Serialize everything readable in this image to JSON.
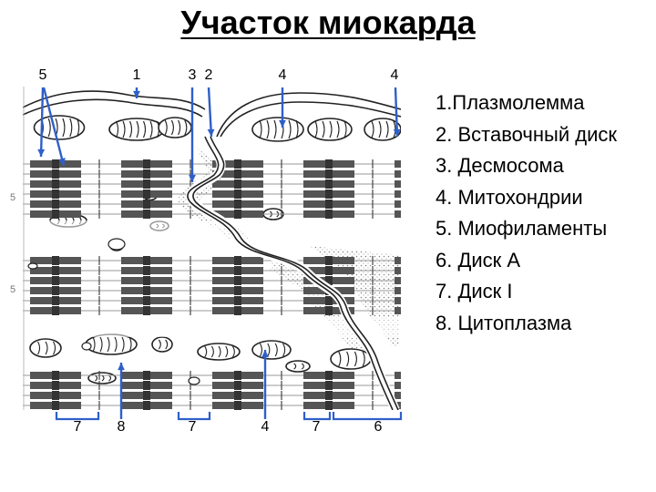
{
  "title": "Участок миокарда",
  "legend": [
    {
      "num": "1",
      "text": "Плазмолемма"
    },
    {
      "num": "2",
      "text": "Вставочный диск"
    },
    {
      "num": "3",
      "text": "Десмосома"
    },
    {
      "num": "4",
      "text": "Митохондрии"
    },
    {
      "num": "5",
      "text": "Миофиламенты"
    },
    {
      "num": "6",
      "text": "Диск А"
    },
    {
      "num": "7",
      "text": "Диск I"
    },
    {
      "num": "8",
      "text": "Цитоплазма"
    }
  ],
  "labels_top": [
    "5",
    "1",
    "3",
    "2",
    "4",
    "4"
  ],
  "labels_bottom": [
    "7",
    "8",
    "7",
    "4",
    "7",
    "6"
  ],
  "side_marks": [
    "5",
    "5"
  ],
  "colors": {
    "arrow": "#2f5fc9",
    "dark_band": "#555555",
    "light_band": "#c8c8c8",
    "outline": "#222222"
  }
}
